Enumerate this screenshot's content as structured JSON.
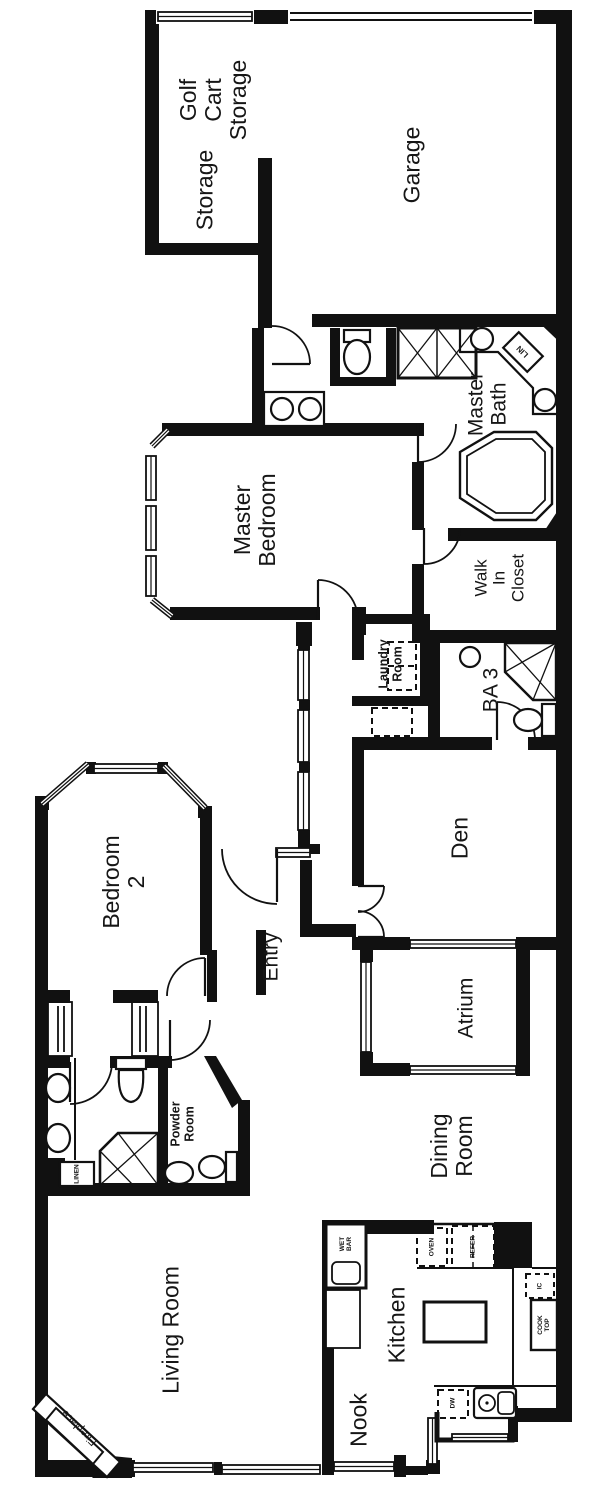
{
  "floorplan": {
    "rooms": {
      "golf_cart_storage": [
        "Golf",
        "Cart",
        "Storage"
      ],
      "storage": [
        "Storage"
      ],
      "garage": [
        "Garage"
      ],
      "master_bath": [
        "Master",
        "Bath"
      ],
      "master_bedroom": [
        "Master",
        "Bedroom"
      ],
      "walk_in_closet": [
        "Walk",
        "In",
        "Closet"
      ],
      "laundry_room": [
        "Laundry",
        "Room"
      ],
      "bath_3": [
        "BA 3"
      ],
      "den": [
        "Den"
      ],
      "bedroom_2": [
        "Bedroom",
        "2"
      ],
      "entry": [
        "Entry"
      ],
      "atrium": [
        "Atrium"
      ],
      "powder_room": [
        "Powder",
        "Room"
      ],
      "dining_room": [
        "Dining",
        "Room"
      ],
      "living_room": [
        "Living Room"
      ],
      "kitchen": [
        "Kitchen"
      ],
      "nook": [
        "Nook"
      ]
    },
    "features": {
      "fireplace": "Fireplace",
      "wet_bar": [
        "WET",
        "BAR"
      ],
      "oven": "OVEN",
      "refrigerator": "REFER",
      "ice_maker": "IC",
      "cook_top": [
        "COOK",
        "TOP"
      ],
      "dishwasher": "DW",
      "linen_small": "LIN",
      "linen": "LINEN"
    },
    "colors": {
      "walls": "#111111",
      "background": "#ffffff"
    }
  }
}
